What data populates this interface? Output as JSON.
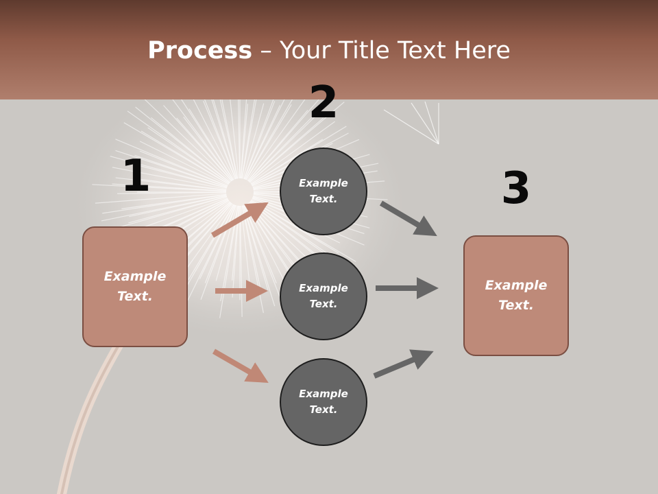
{
  "title": {
    "bold": "Process",
    "dash": " – ",
    "rest": "Your Title Text Here"
  },
  "steps": {
    "one": "1",
    "two": "2",
    "three": "3"
  },
  "left_box": {
    "text": "Example Text."
  },
  "right_box": {
    "text": "Example Text."
  },
  "circles": [
    {
      "text": "Example Text."
    },
    {
      "text": "Example Text."
    },
    {
      "text": "Example Text."
    }
  ],
  "colors": {
    "header_dark": "#5e3a2e",
    "header_light": "#b07f6d",
    "box_fill": "#be8a79",
    "circle_fill": "#656565",
    "arrow_left": "#c08876",
    "arrow_right": "#666666",
    "background": "#cbc8c4"
  }
}
